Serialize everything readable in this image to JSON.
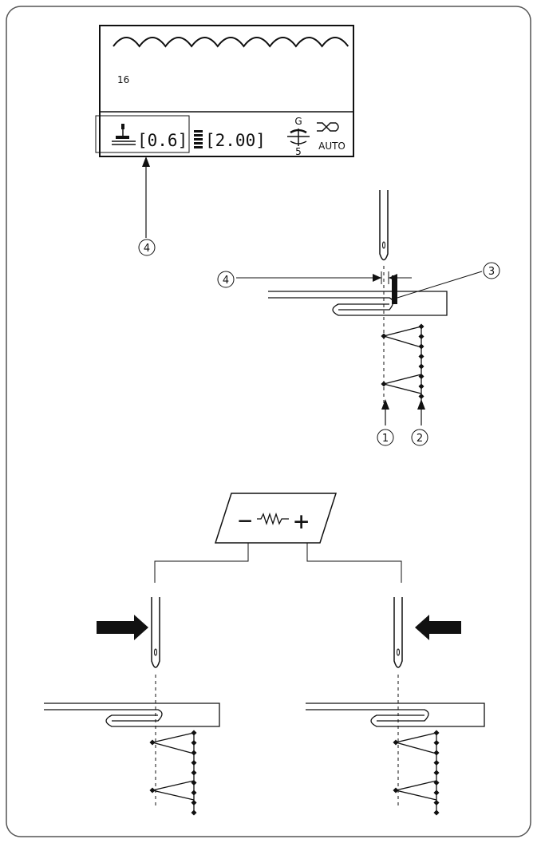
{
  "lcd": {
    "pattern_number": "16",
    "needle_position_value": "[0.6]",
    "stitch_length_value": "[2.00]",
    "tension_letter": "G",
    "tension_number": "5",
    "auto_label": "AUTO"
  },
  "callouts": {
    "c1": "1",
    "c2": "2",
    "c3": "3",
    "c4": "4"
  },
  "width_key": {
    "minus": "−",
    "plus": "+"
  },
  "icons": {
    "needle_position": "needle-position-icon",
    "stitch_length": "stitch-length-icon",
    "tension": "tension-dial-icon",
    "auto_lock": "auto-lock-icon",
    "zigzag": "zigzag-icon",
    "arrow_right": "arrow-right-icon",
    "arrow_left": "arrow-left-icon"
  },
  "colors": {
    "line": "#111111",
    "frame": "#555555"
  }
}
